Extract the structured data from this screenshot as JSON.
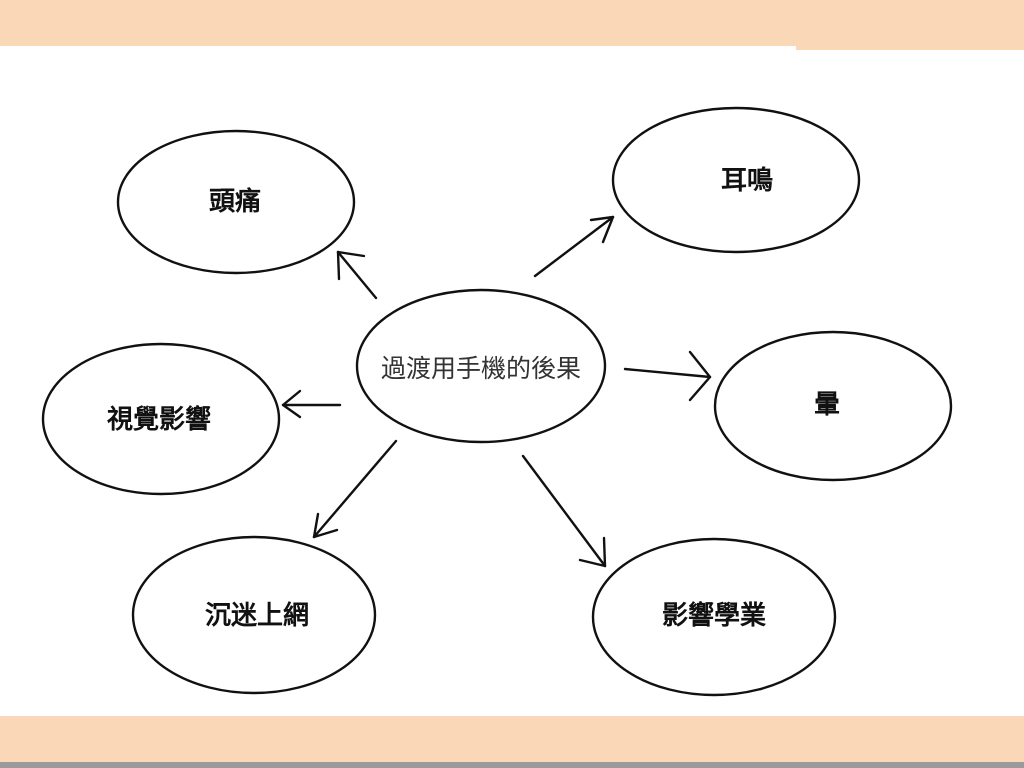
{
  "center": {
    "label": "過渡用手機的後果"
  },
  "nodes": {
    "headache": {
      "label": "頭痛"
    },
    "tinnitus": {
      "label": "耳鳴"
    },
    "vision": {
      "label": "視覺影響"
    },
    "dizzy": {
      "label": "暈"
    },
    "addiction": {
      "label": "沉迷上網"
    },
    "study": {
      "label": "影響學業"
    }
  },
  "colors": {
    "frame": "#fad7b7",
    "panel": "#ffffff",
    "ink": "#111111",
    "bottom_line": "#9a9a9a"
  }
}
